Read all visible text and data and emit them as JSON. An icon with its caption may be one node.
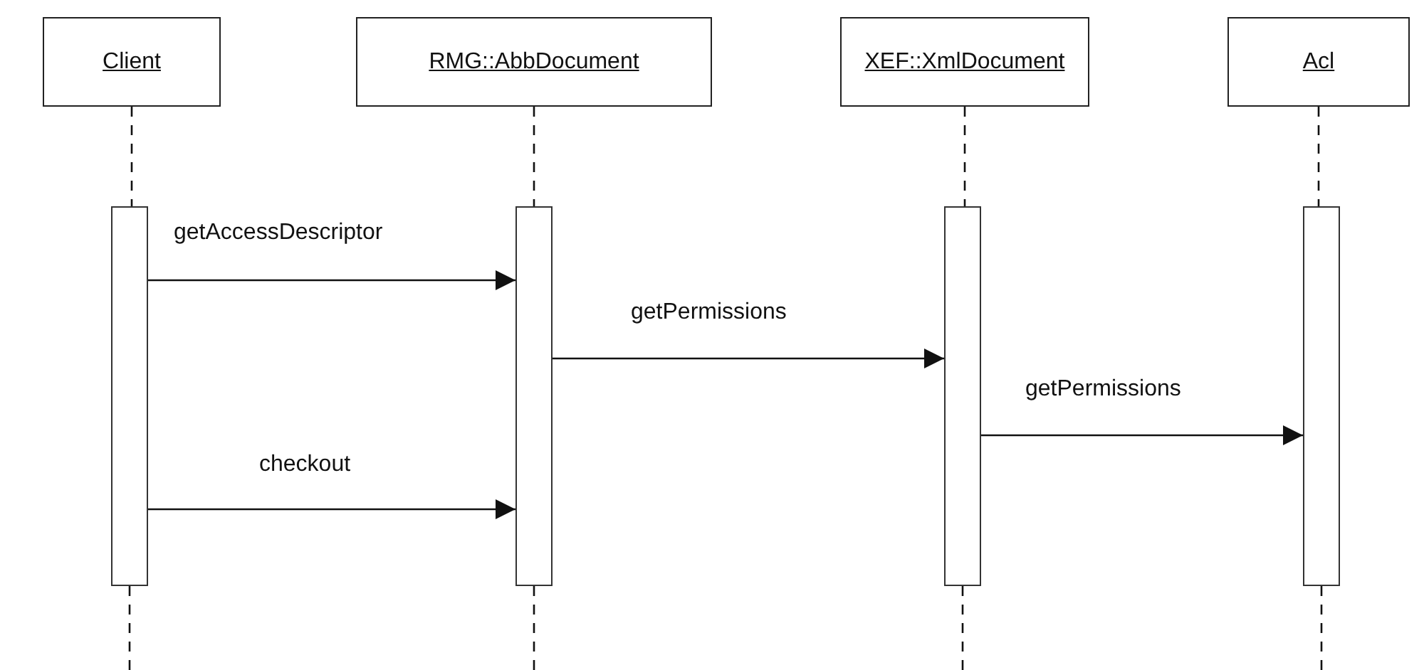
{
  "diagram": {
    "nodes": [
      {
        "text": [
          "Client"
        ]
      },
      {
        "text": [
          "RMG::AbbDocument"
        ]
      },
      {
        "text": [
          "XEF::XmlDocument"
        ]
      },
      {
        "text": [
          "Acl"
        ]
      },
      {
        "text": [],
        "shape": "bar"
      },
      {
        "text": [],
        "shape": "bar"
      },
      {
        "text": [],
        "shape": "bar"
      },
      {
        "text": [],
        "shape": "bar"
      }
    ],
    "edges": [
      {
        "from": 0,
        "to": 4,
        "arrow": "none",
        "style": "dashed"
      },
      {
        "from": 1,
        "to": 5,
        "arrow": "none",
        "style": "dashed"
      },
      {
        "from": 2,
        "to": 6,
        "arrow": "none",
        "style": "dashed"
      },
      {
        "from": 3,
        "to": 7,
        "arrow": "none",
        "style": "dashed"
      },
      {
        "from": 4,
        "to": 5,
        "arrow": "to",
        "label": "getAccessDescriptor"
      },
      {
        "from": 5,
        "to": 6,
        "arrow": "to",
        "label": "getPermissions"
      },
      {
        "from": 6,
        "to": 7,
        "arrow": "to",
        "label": "getPermissions"
      },
      {
        "from": 4,
        "to": 5,
        "arrow": "to",
        "label": "checkout"
      }
    ]
  }
}
